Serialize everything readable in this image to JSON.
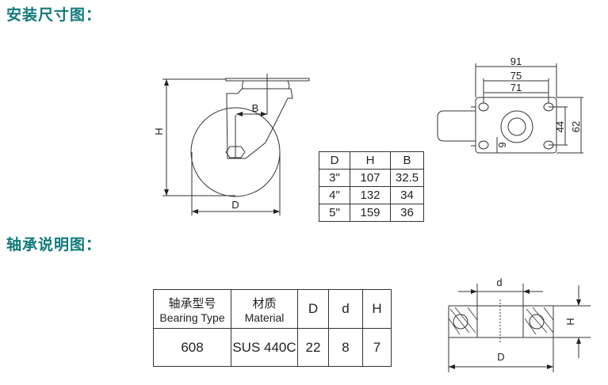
{
  "sections": {
    "installation_title": "安装尺寸图：",
    "bearing_title": "轴承说明图："
  },
  "caster_side_view": {
    "labels": {
      "height": "H",
      "diameter": "D",
      "offset": "B"
    }
  },
  "size_table": {
    "headers": [
      "D",
      "H",
      "B"
    ],
    "rows": [
      [
        "3\"",
        "107",
        "32.5"
      ],
      [
        "4\"",
        "132",
        "34"
      ],
      [
        "5\"",
        "159",
        "36"
      ]
    ]
  },
  "top_plate_view": {
    "dims": {
      "outer_width": "91",
      "hole_span_outer": "75",
      "hole_span_inner": "71",
      "hole_spacing_vertical": "44",
      "plate_height": "62",
      "hole_size": "9"
    }
  },
  "bearing_table": {
    "headers": [
      {
        "zh": "轴承型号",
        "en": "Bearing Type"
      },
      {
        "zh": "材质",
        "en": "Material"
      },
      {
        "en": "D"
      },
      {
        "en": "d"
      },
      {
        "en": "H"
      }
    ],
    "row": [
      "608",
      "SUS 440C",
      "22",
      "8",
      "7"
    ]
  },
  "bearing_diagram": {
    "labels": {
      "outer": "D",
      "inner": "d",
      "height": "H"
    }
  }
}
